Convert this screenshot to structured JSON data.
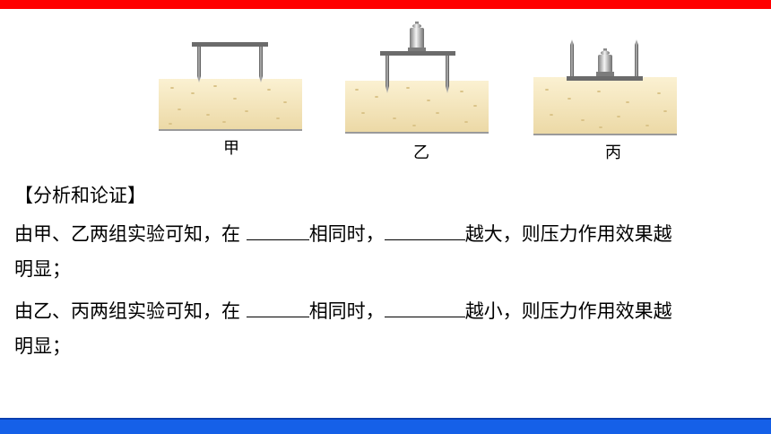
{
  "colors": {
    "top_bar": "#ff0000",
    "bottom_bar": "#1560e8",
    "sand": "#f2e3ba"
  },
  "captions": {
    "jia": "甲",
    "yi": "乙",
    "bing": "丙"
  },
  "section_title": "【分析和论证】",
  "line1": {
    "prefix": "由甲、乙两组实验可知，在 ",
    "mid": "相同时，",
    "suffix": "越大，则压力作用效果越"
  },
  "line1b": "明显；",
  "line2": {
    "prefix": "由乙、丙两组实验可知，在 ",
    "mid": "相同时，",
    "suffix": "越小，则压力作用效果越"
  },
  "line2b": "明显；"
}
